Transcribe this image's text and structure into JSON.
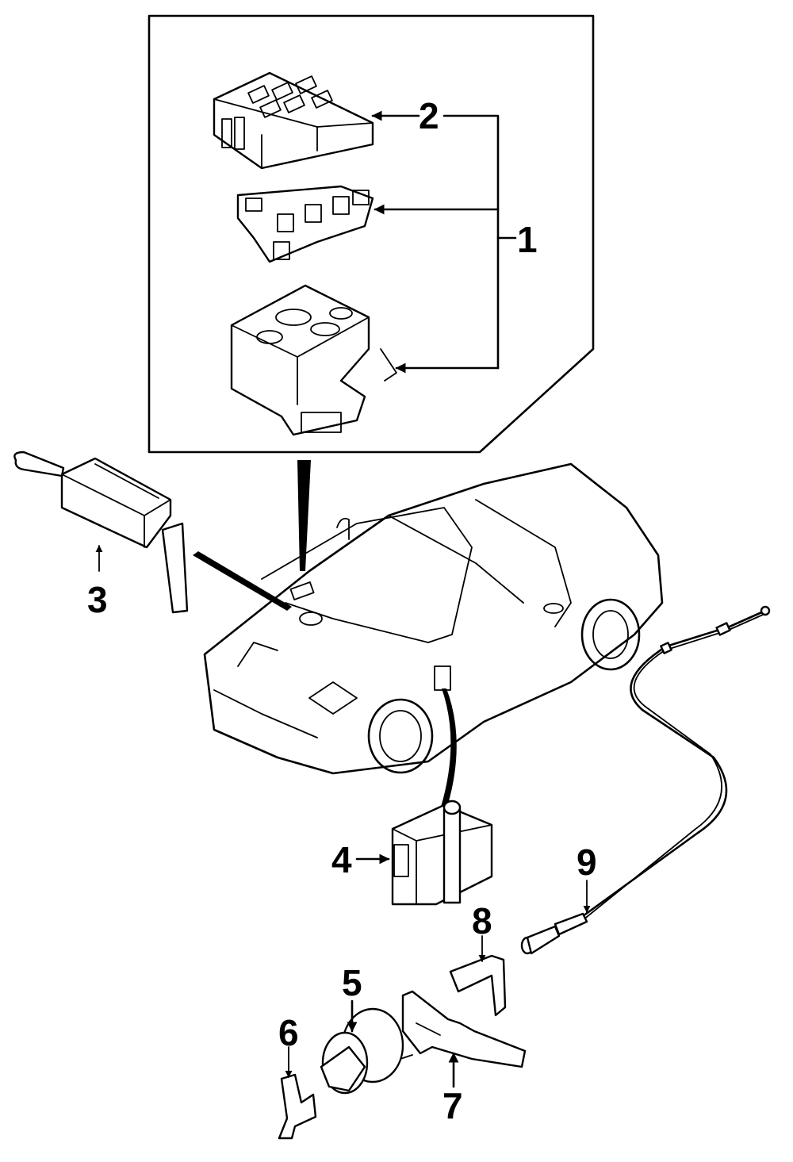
{
  "diagram": {
    "type": "exploded parts diagram",
    "subject": "Convertible car electrical components",
    "background_color": "#ffffff",
    "line_color": "#000000",
    "callouts": [
      {
        "number": "1",
        "part": "fuse and relay box assembly (group)"
      },
      {
        "number": "2",
        "part": "fuse box cover"
      },
      {
        "number": "3",
        "part": "control unit with bracket"
      },
      {
        "number": "4",
        "part": "control module with mounting bracket"
      },
      {
        "number": "5",
        "part": "ignition switch"
      },
      {
        "number": "6",
        "part": "small bracket"
      },
      {
        "number": "7",
        "part": "mounting bracket plate"
      },
      {
        "number": "8",
        "part": "bracket"
      },
      {
        "number": "9",
        "part": "cable"
      }
    ]
  }
}
